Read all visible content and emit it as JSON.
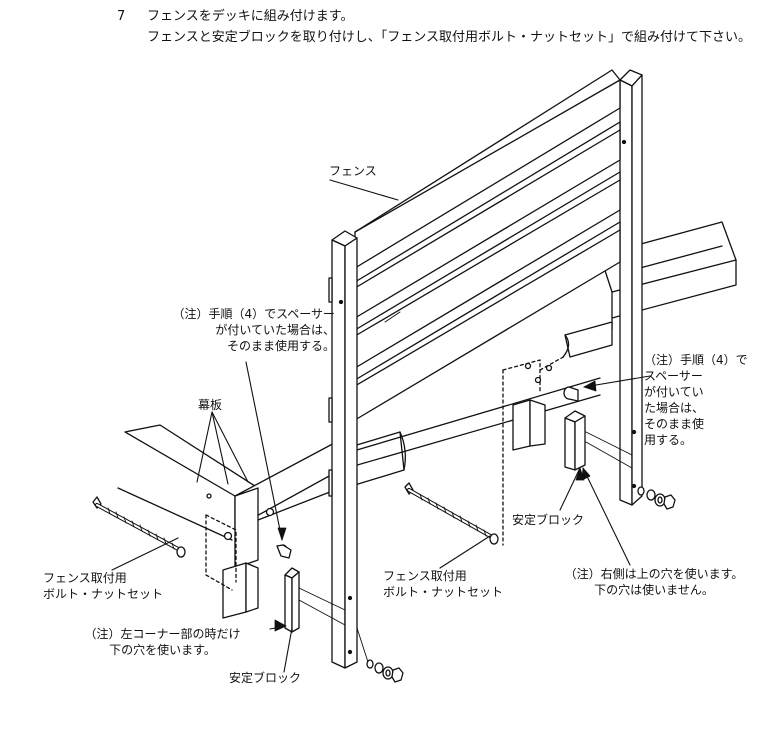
{
  "step": {
    "number": "7",
    "title": "フェンスをデッキに組み付けます。",
    "body": "フェンスと安定ブロックを取り付けし、「フェンス取付用ボルト・ナットセット」で組み付けて下さい。"
  },
  "labels": {
    "fence": "フェンス",
    "note_spacer_left": "（注）手順（4）でスペーサー\nが付いていた場合は、\nそのまま使用する。",
    "fascia": "幕板",
    "note_spacer_right": "（注）手順（4）で\nスペーサー\nが付いてい\nた場合は、\nそのまま使\n用する。",
    "block_center": "安定ブロック",
    "bolt_left": "フェンス取付用\nボルト・ナットセット",
    "bolt_center": "フェンス取付用\nボルト・ナットセット",
    "note_right_side": "（注）右側は上の穴を使います。\n下の穴は使いません。",
    "note_left_corner": "（注）左コーナー部の時だけ\n下の穴を使います。",
    "block_bottom": "安定ブロック"
  },
  "colors": {
    "line": "#111111",
    "fill": "#ffffff"
  }
}
